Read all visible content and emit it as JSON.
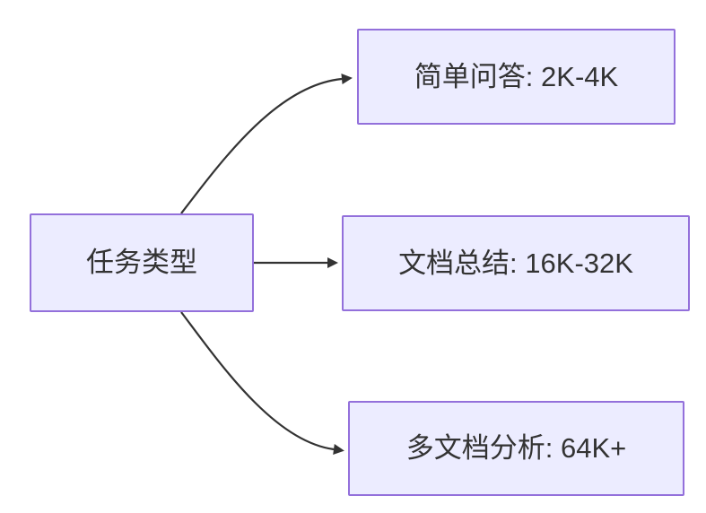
{
  "diagram": {
    "type": "flowchart",
    "direction": "left-to-right",
    "root": {
      "id": "task-type",
      "label": "任务类型"
    },
    "branches": [
      {
        "id": "simple-qa",
        "label": "简单问答: 2K-4K"
      },
      {
        "id": "doc-summary",
        "label": "文档总结: 16K-32K"
      },
      {
        "id": "multi-doc-analysis",
        "label": "多文档分析: 64K+"
      }
    ],
    "edges": [
      {
        "from": "task-type",
        "to": "simple-qa",
        "style": "curved-up"
      },
      {
        "from": "task-type",
        "to": "doc-summary",
        "style": "straight"
      },
      {
        "from": "task-type",
        "to": "multi-doc-analysis",
        "style": "curved-down"
      }
    ],
    "colors": {
      "node_fill": "#ECECFF",
      "node_border": "#9370DB",
      "edge_line": "#333333",
      "label_text": "#333333",
      "background": "#FFFFFF"
    }
  }
}
